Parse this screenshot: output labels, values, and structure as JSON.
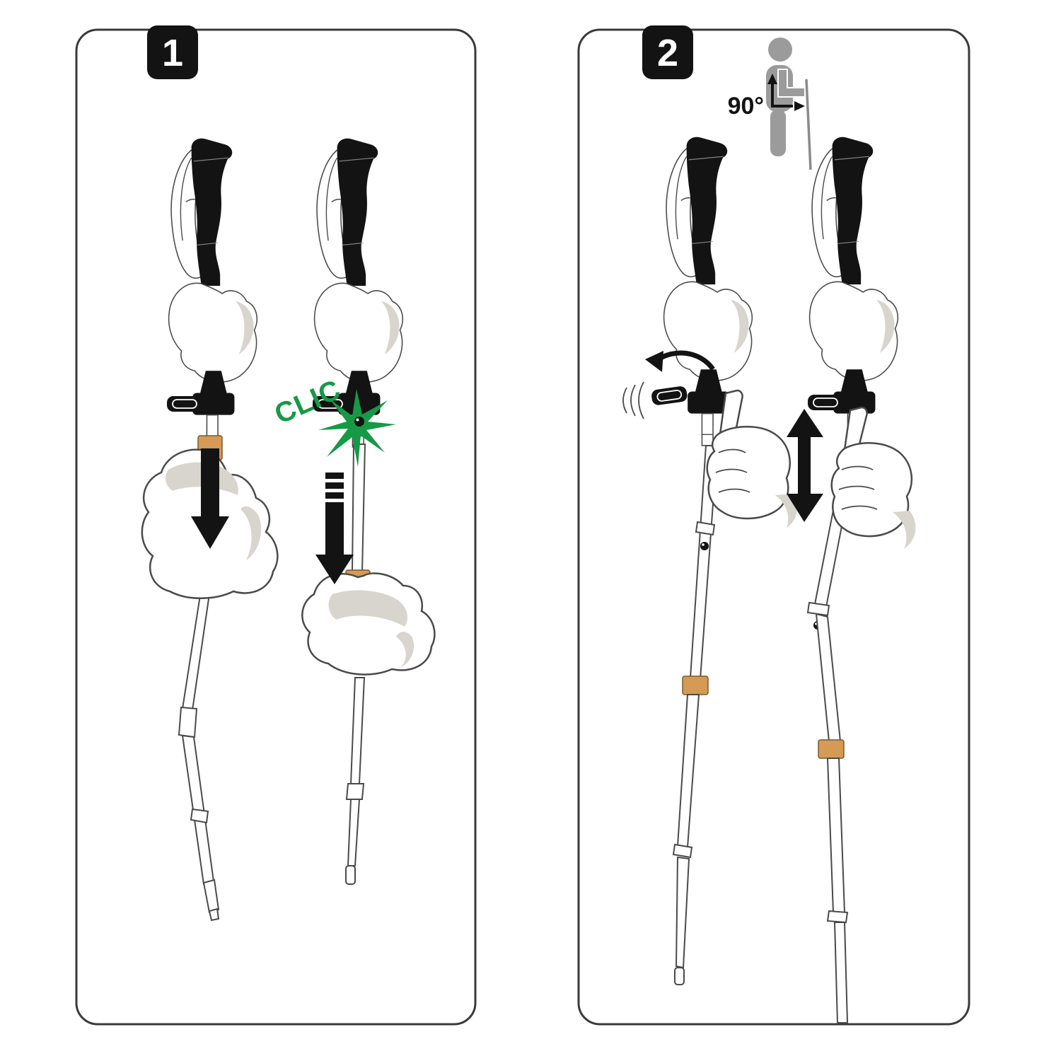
{
  "title": "Trekking pole instructions: unfold until it clicks, then adjust height with elbow at 90 degrees",
  "colors": {
    "background": "#ffffff",
    "panel_border": "#3a3a3a",
    "ink": "#131313",
    "outline": "#4a4a4a",
    "accent_green": "#169a46",
    "band_orange": "#d59a55",
    "person_gray": "#9b9b9b",
    "shadow_gray": "#d8d5ce"
  },
  "panels": [
    {
      "badge": "1"
    },
    {
      "badge": "2"
    }
  ],
  "labels": {
    "clic": "CLIC",
    "angle": "90°"
  }
}
